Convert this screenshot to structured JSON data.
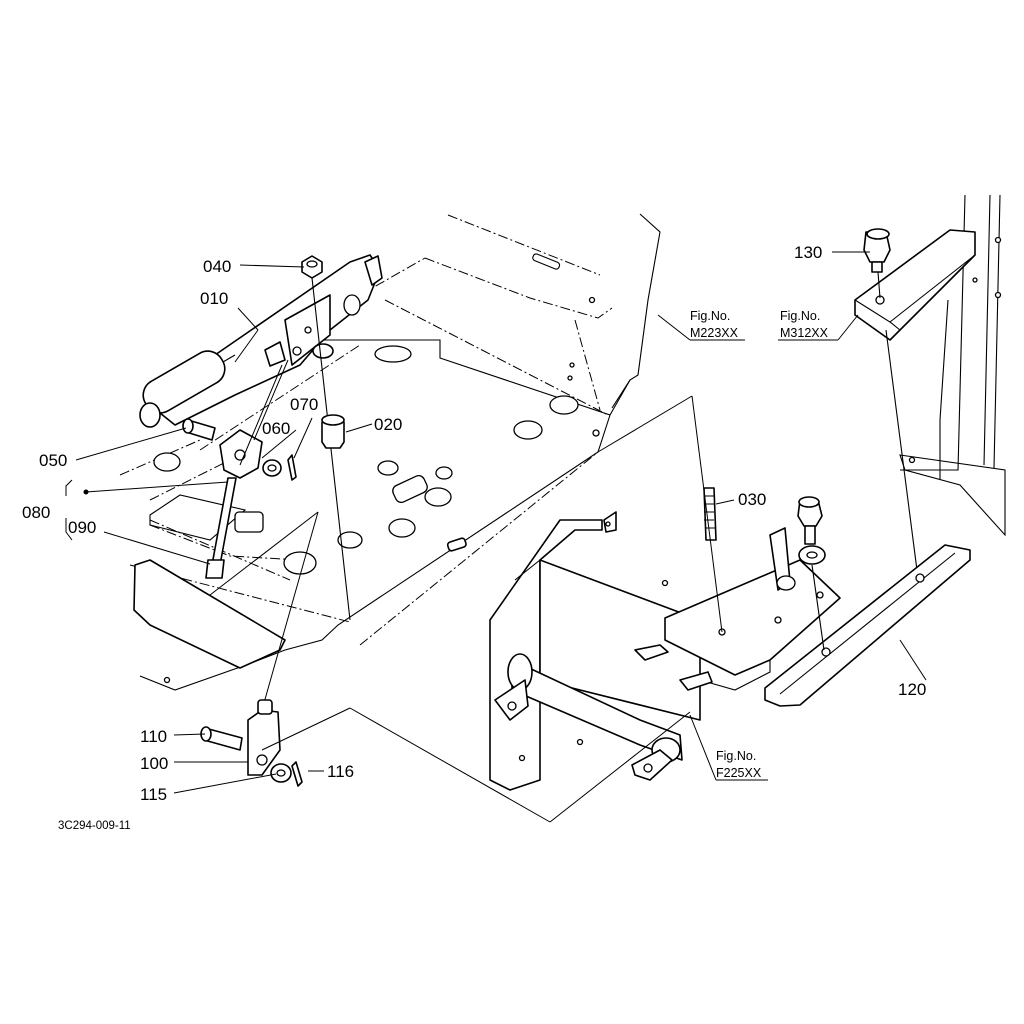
{
  "drawing_code": "3C294-009-11",
  "fig_label": "Fig.No.",
  "figure_refs": {
    "m223": "M223XX",
    "m312": "M312XX",
    "f225": "F225XX"
  },
  "callouts": {
    "p010": "010",
    "p020": "020",
    "p030": "030",
    "p040": "040",
    "p050": "050",
    "p060": "060",
    "p070": "070",
    "p080": "080",
    "p090": "090",
    "p100": "100",
    "p110": "110",
    "p115": "115",
    "p116": "116",
    "p120": "120",
    "p130": "130"
  }
}
